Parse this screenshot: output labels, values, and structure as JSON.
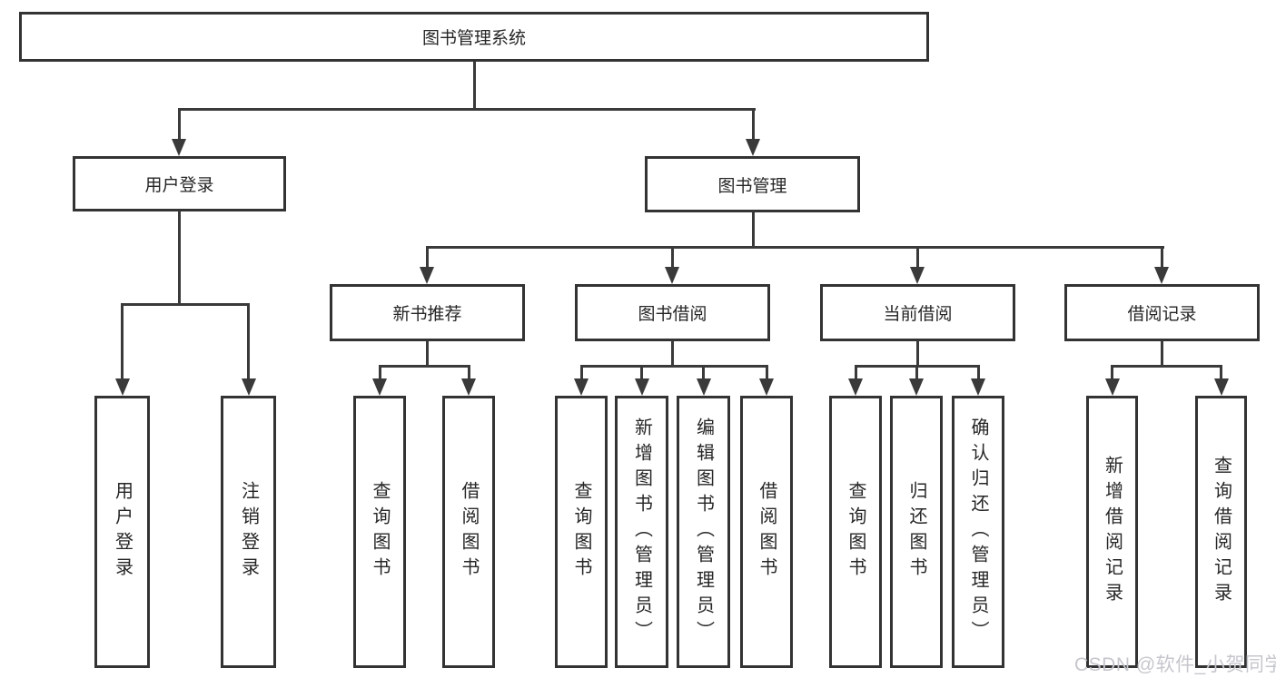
{
  "colors": {
    "background": "#ffffff",
    "box_border": "#333333",
    "line": "#3a3a3a",
    "text": "#262626",
    "watermark": "#c6c7cd"
  },
  "tree": {
    "label": "图书管理系统",
    "children": [
      {
        "label": "用户登录",
        "children": [
          {
            "label": "用户登录"
          },
          {
            "label": "注销登录"
          }
        ]
      },
      {
        "label": "图书管理",
        "children": [
          {
            "label": "新书推荐",
            "children": [
              {
                "label": "查询图书"
              },
              {
                "label": "借阅图书"
              }
            ]
          },
          {
            "label": "图书借阅",
            "children": [
              {
                "label": "查询图书"
              },
              {
                "label": "新增图书（管理员）"
              },
              {
                "label": "编辑图书（管理员）"
              },
              {
                "label": "借阅图书"
              }
            ]
          },
          {
            "label": "当前借阅",
            "children": [
              {
                "label": "查询图书"
              },
              {
                "label": "归还图书"
              },
              {
                "label": "确认归还（管理员）"
              }
            ]
          },
          {
            "label": "借阅记录",
            "children": [
              {
                "label": "新增借阅记录"
              },
              {
                "label": "查询借阅记录"
              }
            ]
          }
        ]
      }
    ]
  },
  "watermark": {
    "text": "CSDN @软件_小贺同学"
  }
}
